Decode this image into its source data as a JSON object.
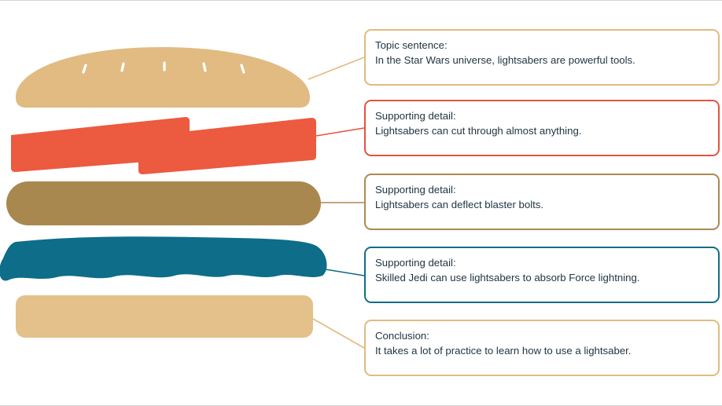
{
  "colors": {
    "top_bun": "#e1bb82",
    "tomato": "#ec5a3f",
    "patty": "#a9884f",
    "lettuce": "#0e6d88",
    "bottom_bun": "#e4c08b",
    "seeds": "#ffffff",
    "connector": "#8f8f8f"
  },
  "layers": [
    {
      "id": "topic",
      "heading": "Topic sentence:",
      "body": "In the Star Wars universe, lightsabers are powerful tools.",
      "border_color": "#e0bb80"
    },
    {
      "id": "detail-1",
      "heading": "Supporting detail:",
      "body": "Lightsabers can cut through almost anything.",
      "border_color": "#e4533d"
    },
    {
      "id": "detail-2",
      "heading": "Supporting detail:",
      "body": "Lightsabers can deflect blaster bolts.",
      "border_color": "#ab8a52"
    },
    {
      "id": "detail-3",
      "heading": "Supporting detail:",
      "body": "Skilled Jedi can use lightsabers to absorb Force lightning.",
      "border_color": "#106d87"
    },
    {
      "id": "conclusion",
      "heading": "Conclusion:",
      "body": "It takes a lot of practice to learn how to use a lightsaber.",
      "border_color": "#e0bb80"
    }
  ]
}
